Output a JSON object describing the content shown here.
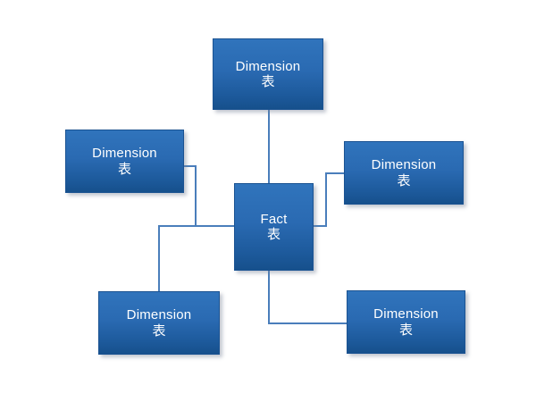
{
  "diagram": {
    "type": "star-schema",
    "title": "",
    "background_color": "#ffffff",
    "node_fill_top": "#3074bc",
    "node_fill_bottom": "#16508c",
    "node_border_color": "#1b5392",
    "node_text_color": "#ffffff",
    "connector_color": "#4a7ebb",
    "connector_width": 2,
    "nodes": [
      {
        "id": "dim-top",
        "role": "dimension",
        "label_en": "Dimension",
        "label_cjk": "表"
      },
      {
        "id": "dim-left",
        "role": "dimension",
        "label_en": "Dimension",
        "label_cjk": "表"
      },
      {
        "id": "dim-right",
        "role": "dimension",
        "label_en": "Dimension",
        "label_cjk": "表"
      },
      {
        "id": "fact",
        "role": "fact",
        "label_en": "Fact",
        "label_cjk": "表"
      },
      {
        "id": "dim-bottom-left",
        "role": "dimension",
        "label_en": "Dimension",
        "label_cjk": "表"
      },
      {
        "id": "dim-bottom-right",
        "role": "dimension",
        "label_en": "Dimension",
        "label_cjk": "表"
      }
    ],
    "connectors": [
      {
        "id": "conn-top",
        "from": "dim-top",
        "to": "fact"
      },
      {
        "id": "conn-left",
        "from": "dim-left",
        "to": "fact"
      },
      {
        "id": "conn-right",
        "from": "dim-right",
        "to": "fact"
      },
      {
        "id": "conn-bottom-left",
        "from": "dim-bottom-left",
        "to": "fact"
      },
      {
        "id": "conn-bottom-right",
        "from": "dim-bottom-right",
        "to": "fact"
      }
    ]
  }
}
